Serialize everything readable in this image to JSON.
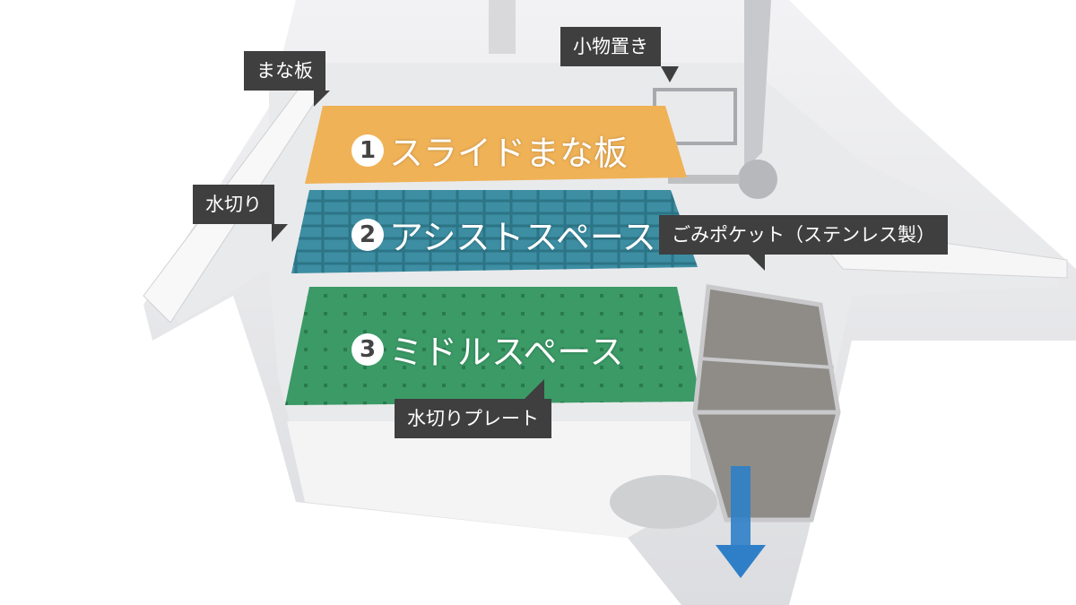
{
  "callouts": {
    "accessory_holder": "小物置き",
    "cutting_board": "まな板",
    "drainer": "水切り",
    "waste_pocket": "ごみポケット（ステンレス製）",
    "drain_plate": "水切りプレート"
  },
  "layers": [
    {
      "number": "1",
      "label": "スライドまな板",
      "color": "#f0b257"
    },
    {
      "number": "2",
      "label": "アシストスペース",
      "color": "#3d8ea3"
    },
    {
      "number": "3",
      "label": "ミドルスペース",
      "color": "#3b9a66"
    }
  ],
  "arrow_color": "#2f7fc8"
}
